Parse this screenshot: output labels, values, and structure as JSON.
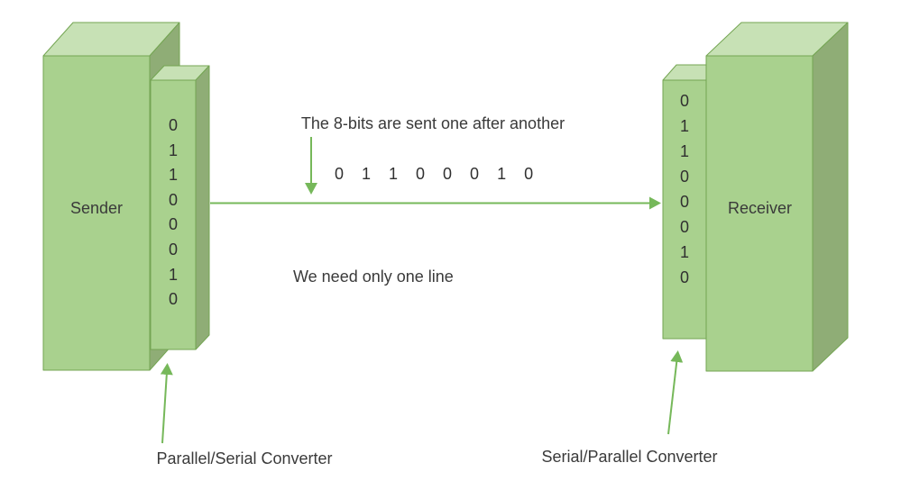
{
  "colors": {
    "box_front": "#a9d18e",
    "box_top": "#c7e1b5",
    "box_side": "#8fad76",
    "box_outline": "#74a553",
    "arrow": "#76b85a",
    "text": "#3a3a3a"
  },
  "sender": {
    "label": "Sender"
  },
  "receiver": {
    "label": "Receiver"
  },
  "sender_converter": {
    "bits": [
      "0",
      "1",
      "1",
      "0",
      "0",
      "0",
      "1",
      "0"
    ],
    "caption": "Parallel/Serial Converter"
  },
  "receiver_converter": {
    "bits": [
      "0",
      "1",
      "1",
      "0",
      "0",
      "0",
      "1",
      "0"
    ],
    "caption": "Serial/Parallel Converter"
  },
  "channel": {
    "heading": "The 8-bits are sent one after another",
    "bit_stream": "0 1 1 0 0 0 1 0",
    "note": "We need only one line"
  }
}
